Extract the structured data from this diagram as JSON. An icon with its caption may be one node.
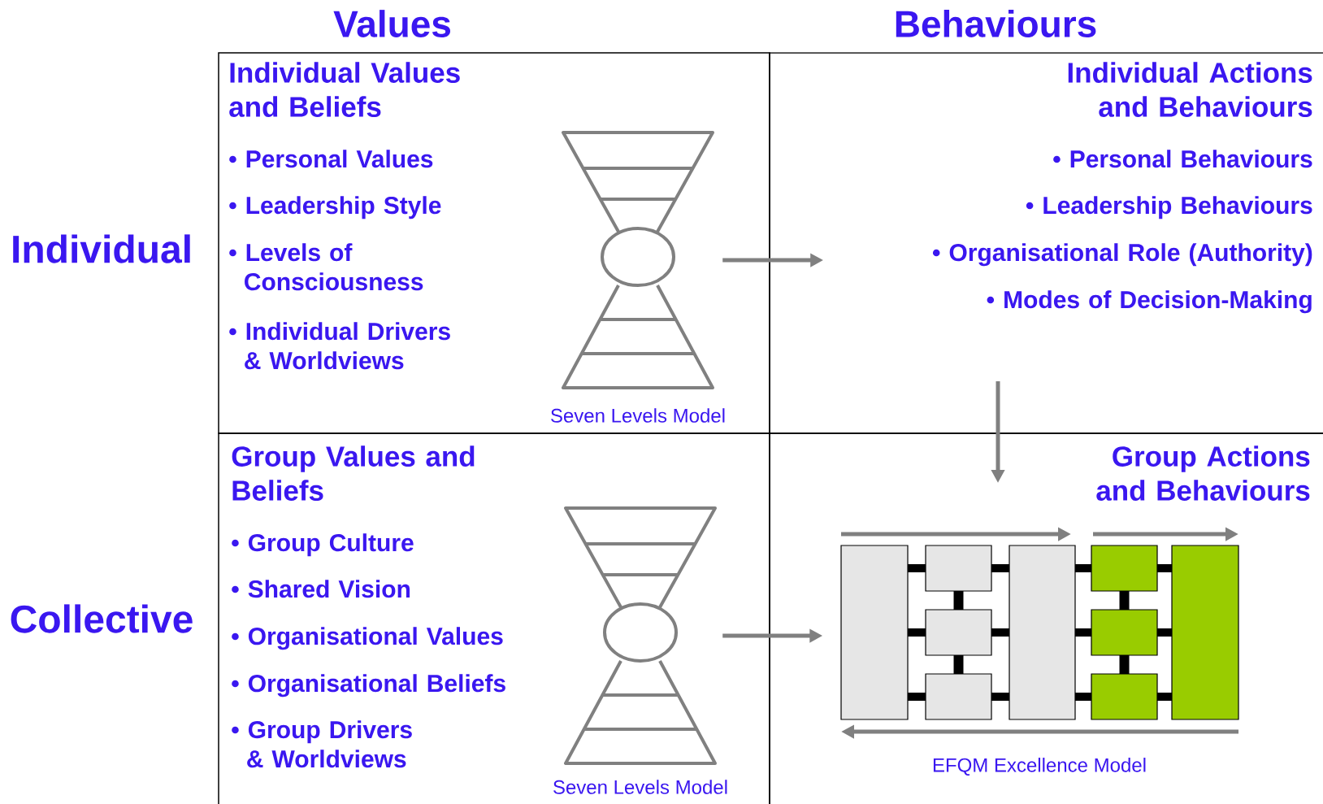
{
  "diagram": {
    "nodes": [
      {
        "text": [
          "Individual Values and Beliefs",
          "• Personal Values",
          "• Leadership Style",
          "• Levels of Consciousness",
          "• Individual Drivers & Worldviews"
        ]
      },
      {
        "text": [
          "Seven Levels Model"
        ],
        "in": 0
      },
      {
        "text": [
          "Individual Actions and Behaviours",
          "• Personal Behaviours",
          "• Leadership Behaviours",
          "• Organisational Role (Authority)",
          "• Modes of Decision-Making"
        ]
      },
      {
        "text": [
          "Group Values and Beliefs",
          "• Group Culture",
          "• Shared Vision",
          "• Organisational Values",
          "• Organisational Beliefs",
          "• Group Drivers & Worldviews"
        ]
      },
      {
        "text": [
          "Seven Levels Model"
        ],
        "in": 3
      },
      {
        "text": [
          "Group Actions and Behaviours"
        ]
      },
      {
        "text": [
          "EFQM Excellence Model"
        ],
        "in": 5
      }
    ],
    "edges": [
      {
        "from": 1,
        "to": 2,
        "arrow": "to"
      },
      {
        "from": 2,
        "to": 5,
        "arrow": "to"
      },
      {
        "from": 4,
        "to": 6,
        "arrow": "to"
      }
    ],
    "labels": [
      "Values",
      "Behaviours",
      "Individual",
      "Collective"
    ]
  }
}
